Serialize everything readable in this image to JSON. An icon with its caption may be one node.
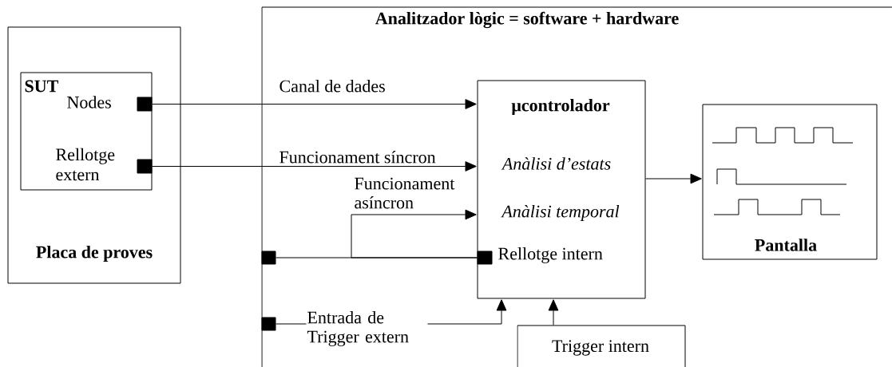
{
  "diagram": {
    "nodes": [
      {
        "text": [
          "Placa de proves"
        ]
      },
      {
        "text": [
          "SUT",
          "Nodes",
          "Rellotge extern"
        ],
        "in": 0
      },
      {
        "text": [
          "Analitzador lògic = software + hardware"
        ]
      },
      {
        "text": [
          "μcontrolador",
          "Anàlisi d’estats",
          "Anàlisi temporal",
          "Rellotge intern"
        ],
        "in": 2
      },
      {
        "text": [
          "Pantalla"
        ],
        "in": 2
      },
      {
        "text": [
          "Trigger intern"
        ],
        "in": 2
      },
      {
        "text": [],
        "shape": "box",
        "in": 1
      },
      {
        "text": [],
        "shape": "box",
        "in": 1
      },
      {
        "text": [],
        "shape": "box",
        "in": 2
      },
      {
        "text": [],
        "shape": "box",
        "in": 2
      },
      {
        "text": [],
        "shape": "box",
        "in": 3
      }
    ],
    "edges": [
      {
        "from": 6,
        "to": 3,
        "arrow": "to",
        "label": "Canal de dades"
      },
      {
        "from": 7,
        "to": 3,
        "arrow": "to",
        "label": "Funcionament síncron"
      },
      {
        "from": 8,
        "to": 10,
        "arrow": "none"
      },
      {
        "from": 10,
        "to": 3,
        "arrow": "to",
        "label": "Funcionament asíncron"
      },
      {
        "from": 9,
        "to": 3,
        "arrow": "to",
        "label": "Entrada de Trigger extern"
      },
      {
        "from": 5,
        "to": 3,
        "arrow": "to"
      },
      {
        "from": 3,
        "to": 4,
        "arrow": "to"
      }
    ]
  }
}
